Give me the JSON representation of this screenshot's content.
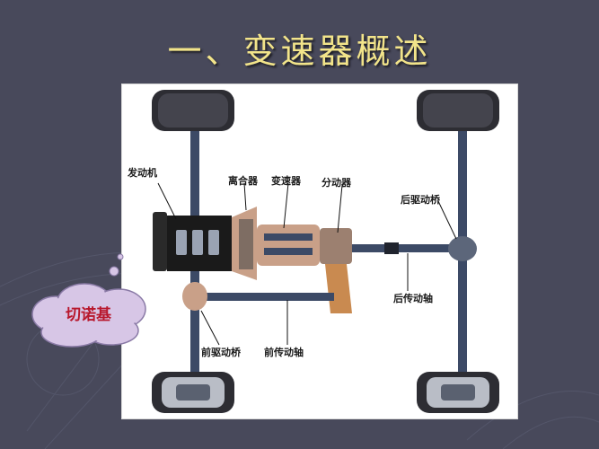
{
  "slide": {
    "title": "一、变速器概述"
  },
  "figure": {
    "labels": {
      "engine": "发动机",
      "clutch": "离合器",
      "transmission": "变速器",
      "transfer_case": "分动器",
      "rear_drive_axle": "后驱动桥",
      "rear_drive_shaft": "后传动轴",
      "front_drive_axle": "前驱动桥",
      "front_drive_shaft": "前传动轴"
    }
  },
  "callout": {
    "text": "切诺基"
  },
  "colors": {
    "background": "#48495b",
    "title": "#f2e48a",
    "callout_fill": "#d7c6e6",
    "callout_text": "#b8172c",
    "engine_block": "#1a1a1a",
    "housing": "#c9a088",
    "shaft": "#3c4a66"
  }
}
